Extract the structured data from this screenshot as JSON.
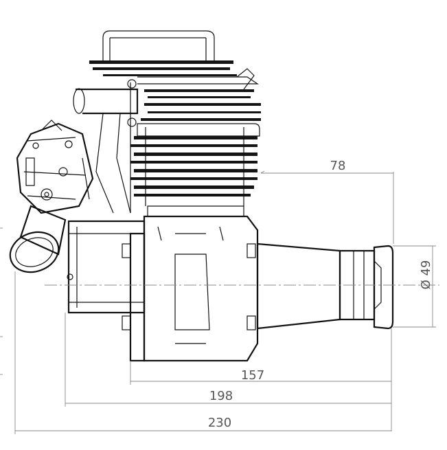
{
  "dimensions": {
    "height_offset": "78",
    "diameter": "Ø 49",
    "length_157": "157",
    "length_198": "198",
    "length_230": "230"
  }
}
